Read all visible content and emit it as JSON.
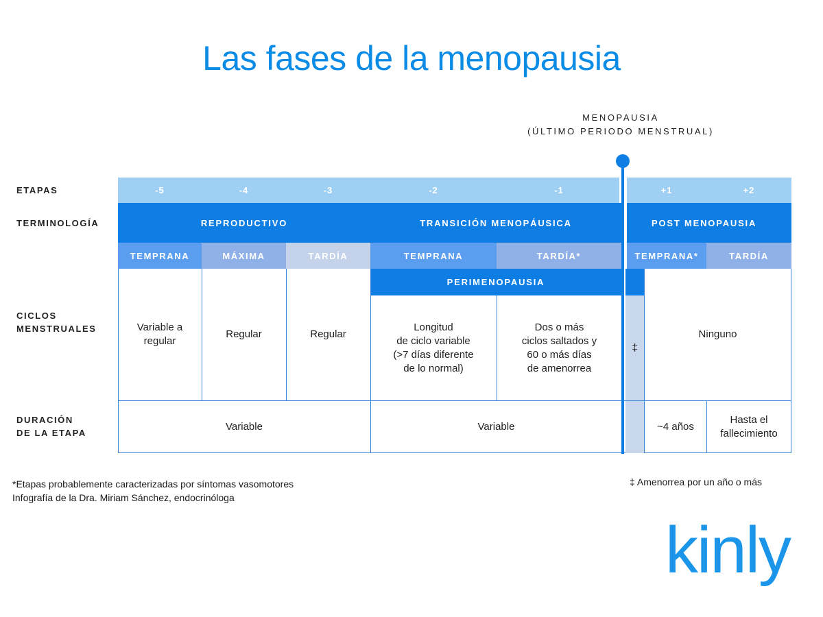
{
  "title": "Las fases de la menopausia",
  "menopause_marker": {
    "line1": "MENOPAUSIA",
    "line2": "(ÚLTIMO PERIODO MENSTRUAL)"
  },
  "row_labels": {
    "stages": "ETAPAS",
    "terminology": "TERMINOLOGÍA",
    "cycles_1": "CICLOS",
    "cycles_2": "MENSTRUALES",
    "duration_1": "DURACIÓN",
    "duration_2": "DE LA ETAPA"
  },
  "stages": [
    "-5",
    "-4",
    "-3",
    "-2",
    "-1",
    "+1",
    "+2"
  ],
  "terminology": {
    "reproductive": "REPRODUCTIVO",
    "transition": "TRANSICIÓN MENOPÁUSICA",
    "postmenopause": "POST MENOPAUSIA"
  },
  "substages": [
    "TEMPRANA",
    "MÁXIMA",
    "TARDÍA",
    "TEMPRANA",
    "TARDÍA*",
    "TEMPRANA*",
    "TARDÍA"
  ],
  "perimenopause": "PERIMENOPAUSIA",
  "cycles": {
    "c1_1": "Variable a",
    "c1_2": "regular",
    "c2": "Regular",
    "c3": "Regular",
    "c4_1": "Longitud",
    "c4_2": "de ciclo variable",
    "c4_3": "(>7 días diferente",
    "c4_4": "de lo normal)",
    "c5_1": "Dos o más",
    "c5_2": "ciclos saltados y",
    "c5_3": "60 o más días",
    "c5_4": "de amenorrea",
    "dagger": "‡",
    "c6": "Ninguno"
  },
  "duration": {
    "d1": "Variable",
    "d2": "Variable",
    "d3": "~4 años",
    "d4_1": "Hasta el",
    "d4_2": "fallecimiento"
  },
  "footnotes": {
    "asterisk": "*Etapas probablemente caracterizadas por síntomas vasomotores",
    "credit": "Infografía de la Dra. Miriam Sánchez, endocrinóloga",
    "dagger": "‡ Amenorrea por un año o más"
  },
  "logo_text": "kinly",
  "colors": {
    "title_blue": "#0a8be6",
    "stage_row": "#9fd0f4",
    "terminology_row": "#0f7ee4",
    "temprana": "#5b9ef0",
    "maxima": "#8fb1e8",
    "tardia_early": "#c4d3ea",
    "transition_tardia": "#8fb1e8",
    "menopause_line": "#0f7ee4"
  }
}
